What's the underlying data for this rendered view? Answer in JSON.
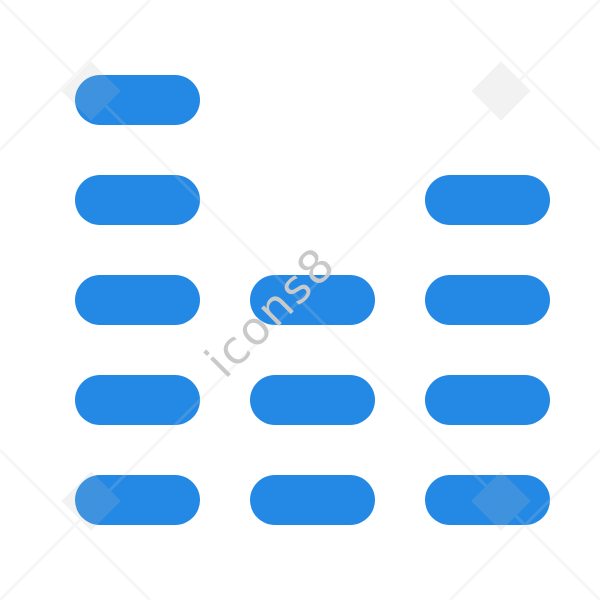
{
  "icon": {
    "name": "equalizer-icon",
    "bar_color": "#2389e5",
    "columns": [
      {
        "name": "left-column",
        "levels": 5
      },
      {
        "name": "middle-column",
        "levels": 3
      },
      {
        "name": "right-column",
        "levels": 4
      }
    ]
  },
  "watermark": {
    "text": "icons8",
    "color": "#cfcfcf"
  }
}
